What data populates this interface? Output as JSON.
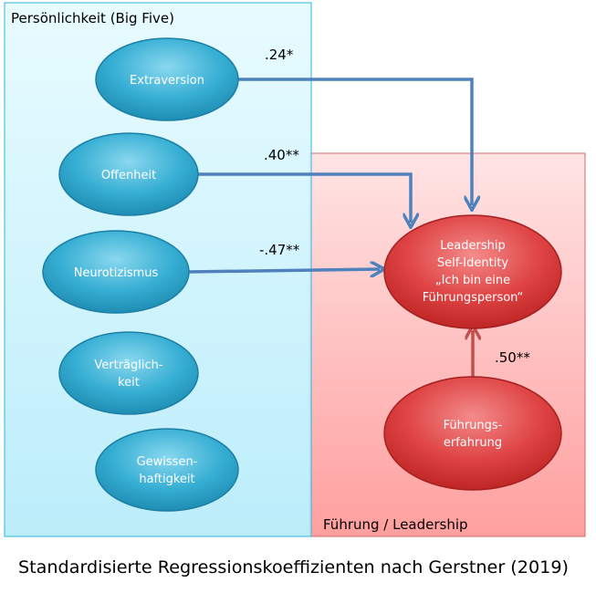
{
  "groups": {
    "personality": {
      "title": "Persönlichkeit (Big Five)"
    },
    "leadership": {
      "title": "Führung / Leadership"
    }
  },
  "nodes": {
    "extraversion": [
      "Extraversion"
    ],
    "offenheit": [
      "Offenheit"
    ],
    "neurotizismus": [
      "Neurotizismus"
    ],
    "vertraeglichkeit": [
      "Verträglich-",
      "keit"
    ],
    "gewissenhaftigkeit": [
      "Gewissen-",
      "haftigkeit"
    ],
    "leadership_identity": [
      "Leadership",
      "Self-Identity",
      "„Ich bin eine",
      "Führungsperson“"
    ],
    "fuehrungserfahrung": [
      "Führungs-",
      "erfahrung"
    ]
  },
  "coefficients": {
    "extraversion": ".24*",
    "offenheit": ".40**",
    "neurotizismus": "-.47**",
    "fuehrungserfahrung": ".50**"
  },
  "caption": "Standardisierte Regressionskoeffizienten nach Gerstner (2019)",
  "colors": {
    "blue_node": "#2e9fc4",
    "red_node": "#d93a3a",
    "arrow_blue": "#4f81bd",
    "arrow_red": "#c0504d"
  }
}
